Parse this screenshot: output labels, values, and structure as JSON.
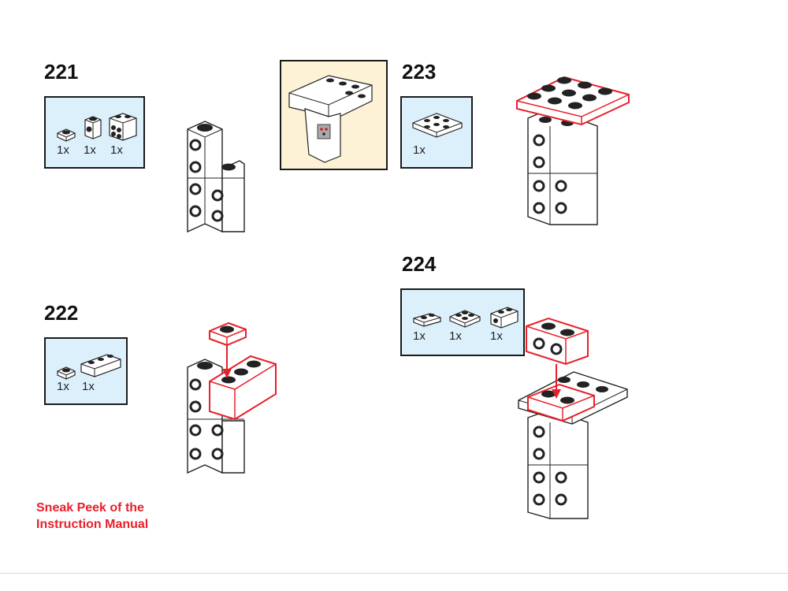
{
  "steps": [
    {
      "number": "221",
      "parts": [
        "1x",
        "1x",
        "1x"
      ]
    },
    {
      "number": "222",
      "parts": [
        "1x",
        "1x"
      ]
    },
    {
      "number": "223",
      "parts": [
        "1x"
      ]
    },
    {
      "number": "224",
      "parts": [
        "1x",
        "1x",
        "1x"
      ]
    }
  ],
  "note": {
    "line1": "Sneak Peek of the",
    "line2": "Instruction Manual"
  },
  "colors": {
    "highlight": "#e8202a",
    "parts_bg": "#dcf0fb",
    "callout_bg": "#fdf2d6"
  },
  "icons": [
    "brick-1x1-plate-icon",
    "brick-1x1-icon",
    "brick-2x2-icon",
    "brick-1x3-icon",
    "plate-2x3-icon",
    "plate-1x2-icon",
    "arrow-down-icon"
  ]
}
